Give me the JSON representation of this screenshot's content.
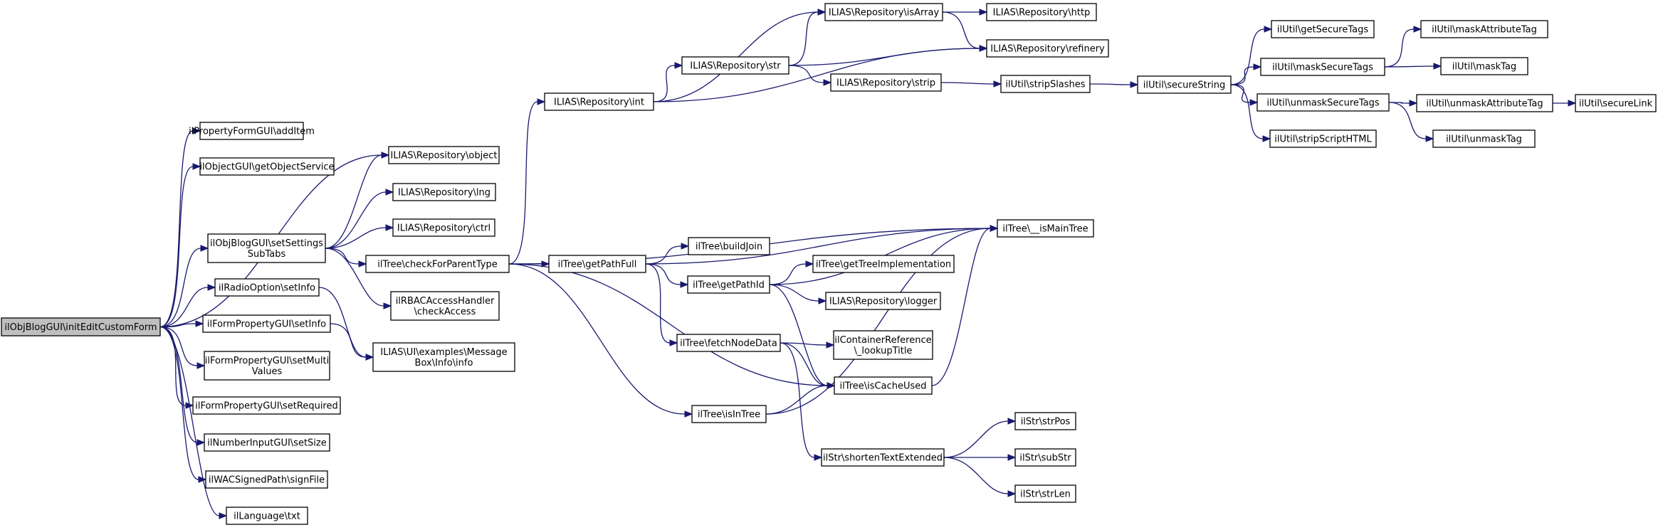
{
  "diagram": {
    "root": "root",
    "nodes": [
      {
        "id": "root",
        "lines": [
          "ilObjBlogGUI\\initEditCustomForm"
        ],
        "root": true
      },
      {
        "id": "addItem",
        "lines": [
          "ilPropertyFormGUI\\addItem"
        ]
      },
      {
        "id": "getObjectService",
        "lines": [
          "ilObjectGUI\\getObjectService"
        ]
      },
      {
        "id": "setSettingsSubTabs",
        "lines": [
          "ilObjBlogGUI\\setSettings",
          "SubTabs"
        ]
      },
      {
        "id": "radioSetInfo",
        "lines": [
          "ilRadioOption\\setInfo"
        ]
      },
      {
        "id": "formPropSetInfo",
        "lines": [
          "ilFormPropertyGUI\\setInfo"
        ]
      },
      {
        "id": "setMultiValues",
        "lines": [
          "ilFormPropertyGUI\\setMulti",
          "Values"
        ]
      },
      {
        "id": "setRequired",
        "lines": [
          "ilFormPropertyGUI\\setRequired"
        ]
      },
      {
        "id": "setSize",
        "lines": [
          "ilNumberInputGUI\\setSize"
        ]
      },
      {
        "id": "signFile",
        "lines": [
          "ilWACSignedPath\\signFile"
        ]
      },
      {
        "id": "txt",
        "lines": [
          "ilLanguage\\txt"
        ]
      },
      {
        "id": "repoObject",
        "lines": [
          "ILIAS\\Repository\\object"
        ]
      },
      {
        "id": "repoLng",
        "lines": [
          "ILIAS\\Repository\\lng"
        ]
      },
      {
        "id": "repoCtrl",
        "lines": [
          "ILIAS\\Repository\\ctrl"
        ]
      },
      {
        "id": "checkForParentType",
        "lines": [
          "ilTree\\checkForParentType"
        ]
      },
      {
        "id": "checkAccess",
        "lines": [
          "ilRBACAccessHandler",
          "\\checkAccess"
        ]
      },
      {
        "id": "msgBoxInfo",
        "lines": [
          "ILIAS\\UI\\examples\\Message",
          "Box\\Info\\info"
        ]
      },
      {
        "id": "repoInt",
        "lines": [
          "ILIAS\\Repository\\int"
        ]
      },
      {
        "id": "repoStr",
        "lines": [
          "ILIAS\\Repository\\str"
        ]
      },
      {
        "id": "repoIsArray",
        "lines": [
          "ILIAS\\Repository\\isArray"
        ]
      },
      {
        "id": "repoHttp",
        "lines": [
          "ILIAS\\Repository\\http"
        ]
      },
      {
        "id": "repoRefinery",
        "lines": [
          "ILIAS\\Repository\\refinery"
        ]
      },
      {
        "id": "repoStrip",
        "lines": [
          "ILIAS\\Repository\\strip"
        ]
      },
      {
        "id": "stripSlashes",
        "lines": [
          "ilUtil\\stripSlashes"
        ]
      },
      {
        "id": "secureString",
        "lines": [
          "ilUtil\\secureString"
        ]
      },
      {
        "id": "getSecureTags",
        "lines": [
          "ilUtil\\getSecureTags"
        ]
      },
      {
        "id": "maskSecureTags",
        "lines": [
          "ilUtil\\maskSecureTags"
        ]
      },
      {
        "id": "unmaskSecureTags",
        "lines": [
          "ilUtil\\unmaskSecureTags"
        ]
      },
      {
        "id": "stripScriptHTML",
        "lines": [
          "ilUtil\\stripScriptHTML"
        ]
      },
      {
        "id": "maskAttributeTag",
        "lines": [
          "ilUtil\\maskAttributeTag"
        ]
      },
      {
        "id": "maskTag",
        "lines": [
          "ilUtil\\maskTag"
        ]
      },
      {
        "id": "unmaskAttributeTag",
        "lines": [
          "ilUtil\\unmaskAttributeTag"
        ]
      },
      {
        "id": "unmaskTag",
        "lines": [
          "ilUtil\\unmaskTag"
        ]
      },
      {
        "id": "secureLink",
        "lines": [
          "ilUtil\\secureLink"
        ]
      },
      {
        "id": "getPathFull",
        "lines": [
          "ilTree\\getPathFull"
        ]
      },
      {
        "id": "buildJoin",
        "lines": [
          "ilTree\\buildJoin"
        ]
      },
      {
        "id": "getPathId",
        "lines": [
          "ilTree\\getPathId"
        ]
      },
      {
        "id": "fetchNodeData",
        "lines": [
          "ilTree\\fetchNodeData"
        ]
      },
      {
        "id": "isInTree",
        "lines": [
          "ilTree\\isInTree"
        ]
      },
      {
        "id": "isMainTree",
        "lines": [
          "ilTree\\__isMainTree"
        ]
      },
      {
        "id": "getTreeImpl",
        "lines": [
          "ilTree\\getTreeImplementation"
        ]
      },
      {
        "id": "repoLogger",
        "lines": [
          "ILIAS\\Repository\\logger"
        ]
      },
      {
        "id": "lookupTitle",
        "lines": [
          "ilContainerReference",
          "\\_lookupTitle"
        ]
      },
      {
        "id": "isCacheUsed",
        "lines": [
          "ilTree\\isCacheUsed"
        ]
      },
      {
        "id": "shortenText",
        "lines": [
          "ilStr\\shortenTextExtended"
        ]
      },
      {
        "id": "strPos",
        "lines": [
          "ilStr\\strPos"
        ]
      },
      {
        "id": "subStr",
        "lines": [
          "ilStr\\subStr"
        ]
      },
      {
        "id": "strLen",
        "lines": [
          "ilStr\\strLen"
        ]
      }
    ],
    "edges": [
      [
        "root",
        "addItem"
      ],
      [
        "root",
        "getObjectService"
      ],
      [
        "root",
        "repoObject"
      ],
      [
        "root",
        "setSettingsSubTabs"
      ],
      [
        "root",
        "radioSetInfo"
      ],
      [
        "root",
        "formPropSetInfo"
      ],
      [
        "root",
        "setMultiValues"
      ],
      [
        "root",
        "setRequired"
      ],
      [
        "root",
        "setSize"
      ],
      [
        "root",
        "signFile"
      ],
      [
        "root",
        "txt"
      ],
      [
        "setSettingsSubTabs",
        "repoObject"
      ],
      [
        "setSettingsSubTabs",
        "repoLng"
      ],
      [
        "setSettingsSubTabs",
        "repoCtrl"
      ],
      [
        "setSettingsSubTabs",
        "checkForParentType"
      ],
      [
        "setSettingsSubTabs",
        "checkAccess"
      ],
      [
        "radioSetInfo",
        "msgBoxInfo"
      ],
      [
        "formPropSetInfo",
        "msgBoxInfo"
      ],
      [
        "checkForParentType",
        "repoInt"
      ],
      [
        "checkForParentType",
        "getPathFull"
      ],
      [
        "checkForParentType",
        "isMainTree"
      ],
      [
        "checkForParentType",
        "isCacheUsed"
      ],
      [
        "checkForParentType",
        "isInTree"
      ],
      [
        "repoInt",
        "repoIsArray"
      ],
      [
        "repoInt",
        "repoStr"
      ],
      [
        "repoInt",
        "repoRefinery"
      ],
      [
        "repoStr",
        "repoIsArray"
      ],
      [
        "repoStr",
        "repoRefinery"
      ],
      [
        "repoStr",
        "repoStrip"
      ],
      [
        "repoIsArray",
        "repoHttp"
      ],
      [
        "repoIsArray",
        "repoRefinery"
      ],
      [
        "repoStrip",
        "stripSlashes"
      ],
      [
        "stripSlashes",
        "secureString"
      ],
      [
        "secureString",
        "getSecureTags"
      ],
      [
        "secureString",
        "maskSecureTags"
      ],
      [
        "secureString",
        "unmaskSecureTags"
      ],
      [
        "secureString",
        "stripScriptHTML"
      ],
      [
        "maskSecureTags",
        "maskAttributeTag"
      ],
      [
        "maskSecureTags",
        "maskTag"
      ],
      [
        "unmaskSecureTags",
        "unmaskAttributeTag"
      ],
      [
        "unmaskSecureTags",
        "unmaskTag"
      ],
      [
        "unmaskAttributeTag",
        "secureLink"
      ],
      [
        "getPathFull",
        "isMainTree"
      ],
      [
        "getPathFull",
        "buildJoin"
      ],
      [
        "getPathFull",
        "getPathId"
      ],
      [
        "getPathFull",
        "fetchNodeData"
      ],
      [
        "getPathId",
        "isMainTree"
      ],
      [
        "getPathId",
        "getTreeImpl"
      ],
      [
        "getPathId",
        "repoLogger"
      ],
      [
        "getPathId",
        "isCacheUsed"
      ],
      [
        "fetchNodeData",
        "lookupTitle"
      ],
      [
        "fetchNodeData",
        "isCacheUsed"
      ],
      [
        "fetchNodeData",
        "shortenText"
      ],
      [
        "isInTree",
        "isCacheUsed"
      ],
      [
        "isInTree",
        "isMainTree"
      ],
      [
        "isCacheUsed",
        "isMainTree"
      ],
      [
        "shortenText",
        "strPos"
      ],
      [
        "shortenText",
        "subStr"
      ],
      [
        "shortenText",
        "strLen"
      ]
    ]
  },
  "colors": {
    "edge": "#191970",
    "root_fill": "#bfbfbf",
    "node_fill": "#ffffff",
    "node_border": "#000000"
  }
}
